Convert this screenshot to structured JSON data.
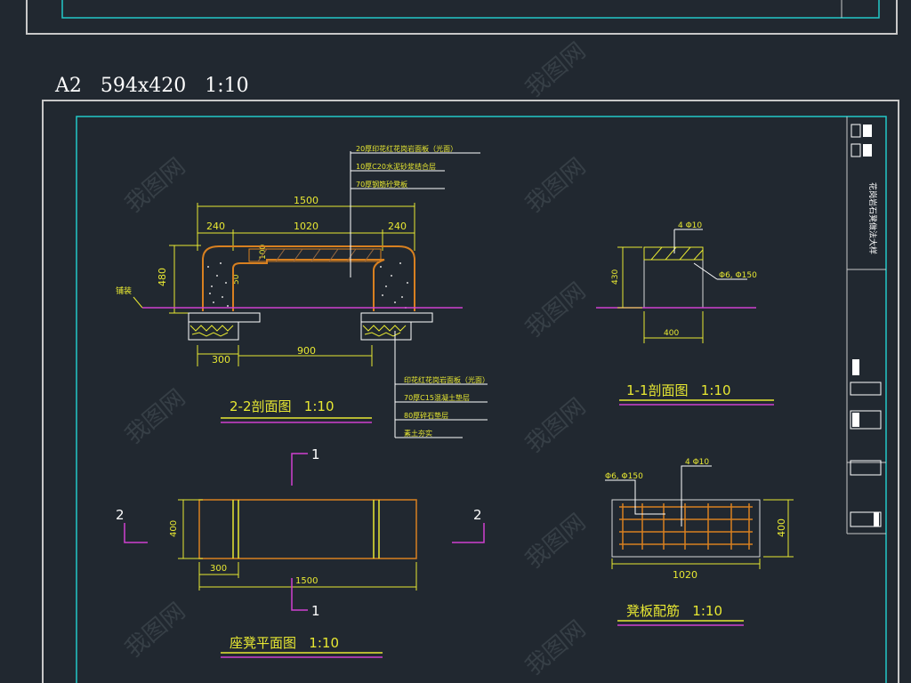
{
  "sheet": {
    "format_label": "A2   594x420   1:10",
    "titleblock_vertical_text": "花岗岩石凳做法大样"
  },
  "section_2_2": {
    "title": "2-2剖面图   1:10",
    "dim_total": "1500",
    "dim_left": "240",
    "dim_mid": "1020",
    "dim_right": "240",
    "dim_height": "480",
    "dim_seat": "100",
    "dim_leg": "300",
    "dim_gap": "900",
    "dim_small": "50",
    "ground_label": "铺装",
    "callouts_top": [
      "20厚印花红花岗岩面板（光面）",
      "10厚C20水泥砂浆结合层",
      "70厚钢筋砼凳板"
    ],
    "callouts_bottom": [
      "印花红花岗岩面板（光面）",
      "70厚C15混凝土垫层",
      "80厚碎石垫层",
      "素土夯实"
    ]
  },
  "section_1_1": {
    "title": "1-1剖面图   1:10",
    "dim_height": "430",
    "dim_width": "400",
    "rebar_top": "4 Φ10",
    "rebar_side": "Φ6, Φ150"
  },
  "plan": {
    "title": "座凳平面图   1:10",
    "cut_top": "1",
    "cut_bottom": "1",
    "cut_left": "2",
    "cut_right": "2",
    "dim_width": "400",
    "dim_leg": "300",
    "dim_total": "1500"
  },
  "rebar": {
    "title": "凳板配筋   1:10",
    "label_left": "Φ6, Φ150",
    "label_right": "4 Φ10",
    "dim_width": "1020",
    "dim_height": "400"
  },
  "colors": {
    "background": "#212830",
    "frame": "#c8c8c8",
    "cyan_border": "#22c8c8",
    "yellow": "#e8e832",
    "orange": "#d88020",
    "magenta": "#d040d0",
    "white": "#ffffff"
  }
}
